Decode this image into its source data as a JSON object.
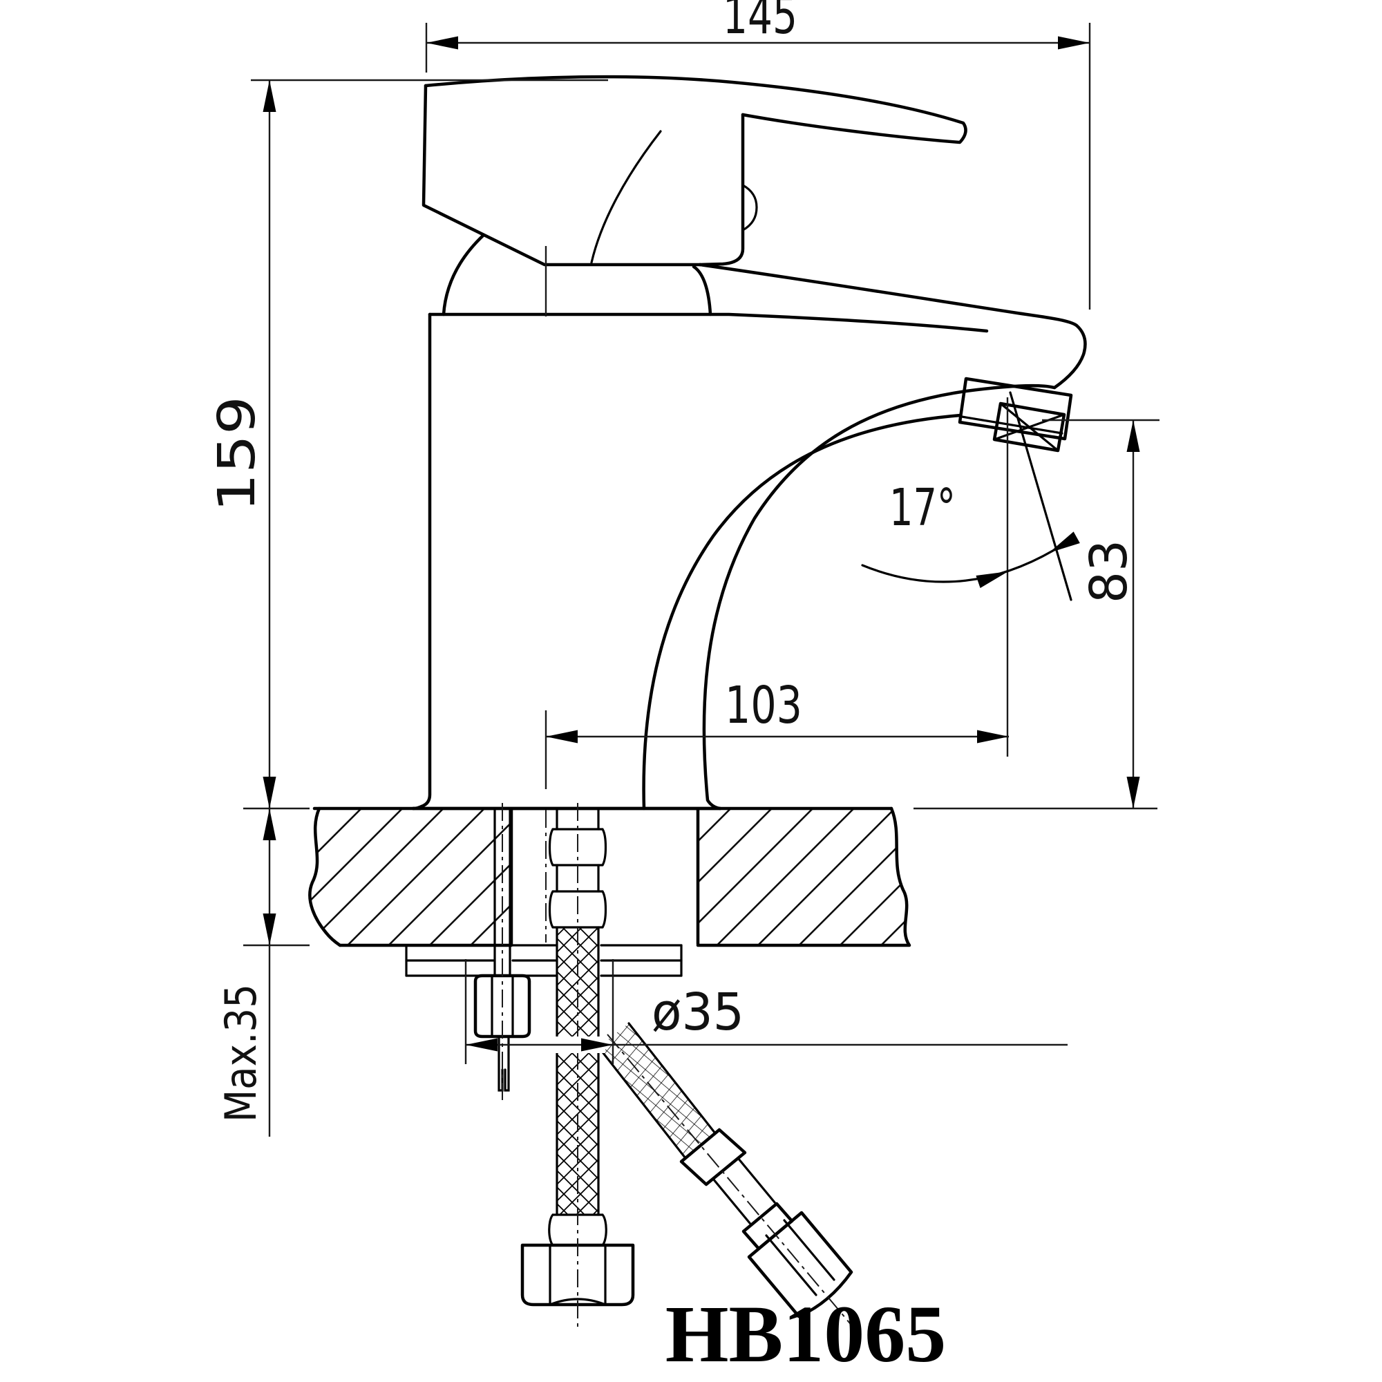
{
  "drawing": {
    "type": "technical-dimension-drawing",
    "subject": "single-lever basin mixer faucet, side section view with mounting hardware",
    "model_number": "HB1065",
    "colors": {
      "line": "#000000",
      "background": "#ffffff"
    },
    "labels": {
      "overall_length": "145",
      "total_height": "159",
      "spout_reach": "103",
      "outlet_height": "83",
      "outlet_angle": "17°",
      "max_deck_thickness": "Max.35",
      "mounting_hole_diameter": "ø35"
    }
  }
}
